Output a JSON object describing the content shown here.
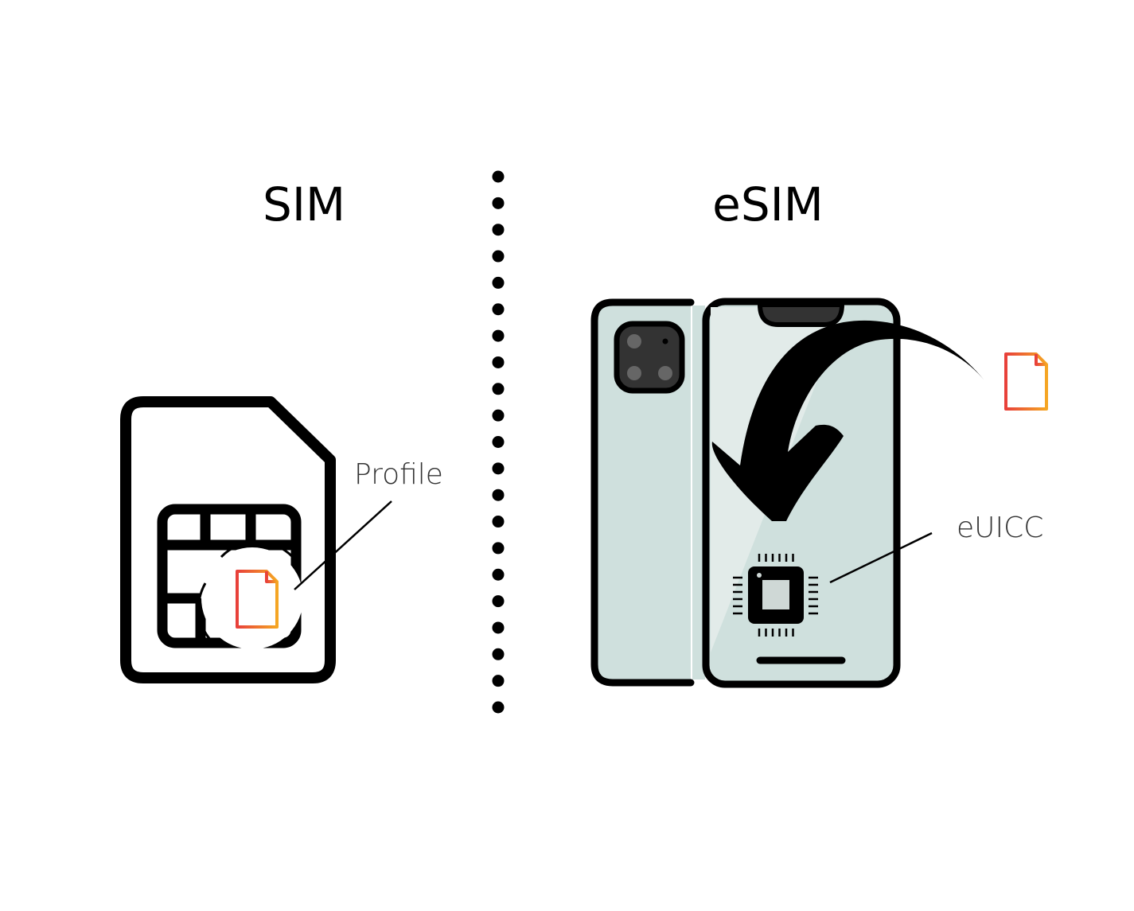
{
  "titles": {
    "sim": "SIM",
    "esim": "eSIM"
  },
  "labels": {
    "profile": "Profile",
    "euicc": "eUICC"
  },
  "icons": {
    "sim_card": "sim-card-icon",
    "profile_document": "document-icon",
    "phone": "smartphone-icon",
    "chip": "chip-icon",
    "arrow": "curved-arrow-icon"
  },
  "colors": {
    "outline": "#000000",
    "phone_fill": "#cfe0dd",
    "doc_gradient_start": "#e8403a",
    "doc_gradient_end": "#f5a623"
  }
}
